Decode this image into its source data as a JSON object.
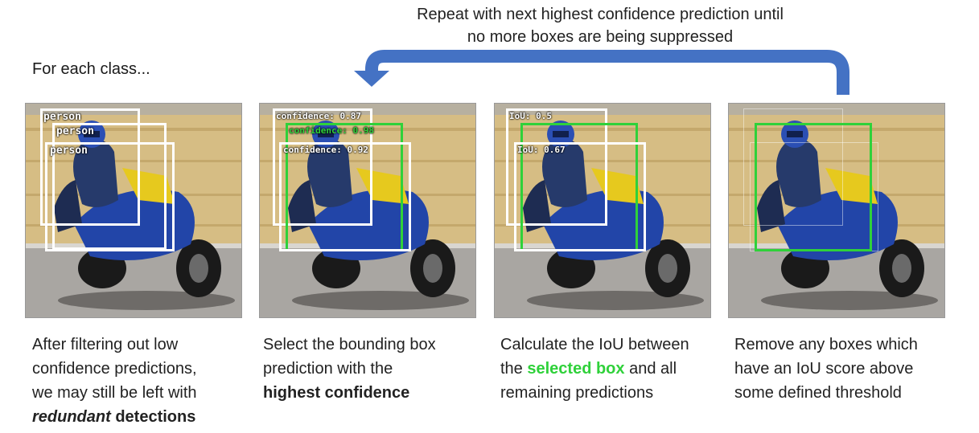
{
  "loop_text_line1": "Repeat with next highest confidence prediction until",
  "loop_text_line2": "no more boxes are being suppressed",
  "intro": "For each class...",
  "panels": [
    {
      "labels": [
        "person",
        "person",
        "person"
      ]
    },
    {
      "labels": [
        "confidence: 0.87",
        "confidence: 0.98",
        "confidence: 0.92"
      ]
    },
    {
      "labels": [
        "IoU: 0.5",
        "IoU: 0.67"
      ]
    },
    {
      "labels": []
    }
  ],
  "captions": {
    "c1": {
      "line1": "After filtering out low",
      "line2": "confidence predictions,",
      "line3": "we may still be left with",
      "emph": "redundant",
      "tail": " detections"
    },
    "c2": {
      "line1": "Select the bounding box",
      "line2": "prediction with the",
      "bold": "highest confidence"
    },
    "c3": {
      "line1": "Calculate the IoU between",
      "pre": "the ",
      "highlight": "selected box",
      "post": " and all",
      "line3": "remaining predictions"
    },
    "c4": {
      "line1": "Remove any boxes which",
      "line2": "have an IoU score above",
      "line3": "some defined threshold"
    }
  },
  "colors": {
    "arrow": "#4472c4",
    "selected": "#2fd13a",
    "box": "#ffffff"
  }
}
